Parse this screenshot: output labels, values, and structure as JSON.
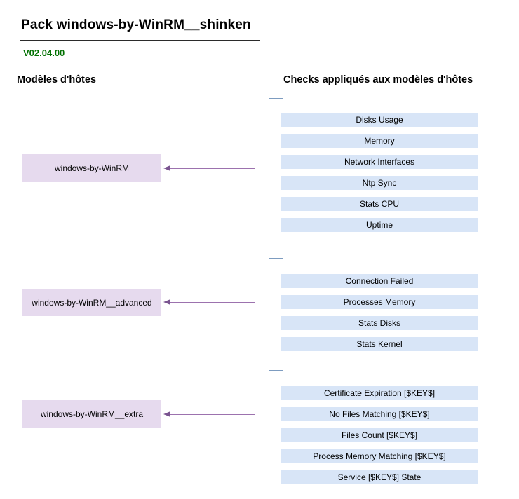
{
  "page": {
    "title": "Pack windows-by-WinRM__shinken",
    "version": "V02.04.00"
  },
  "headings": {
    "host_templates": "Modèles d'hôtes",
    "checks_applied": "Checks appliqués aux modèles d'hôtes"
  },
  "colors": {
    "version_green": "#007000",
    "check_bar_fill": "#d8e5f7",
    "template_box_fill": "#e6daee",
    "bracket_line": "#7d9cc0",
    "arrow_line": "#9c72ae",
    "arrow_head": "#7a5490"
  },
  "groups": [
    {
      "template": "windows-by-WinRM",
      "checks": [
        "Disks Usage",
        "Memory",
        "Network Interfaces",
        "Ntp Sync",
        "Stats CPU",
        "Uptime"
      ]
    },
    {
      "template": "windows-by-WinRM__advanced",
      "checks": [
        "Connection Failed",
        "Processes Memory",
        "Stats Disks",
        "Stats Kernel"
      ]
    },
    {
      "template": "windows-by-WinRM__extra",
      "checks": [
        "Certificate Expiration [$KEY$]",
        "No Files Matching [$KEY$]",
        "Files Count [$KEY$]",
        "Process Memory Matching [$KEY$]",
        "Service [$KEY$] State"
      ]
    }
  ]
}
